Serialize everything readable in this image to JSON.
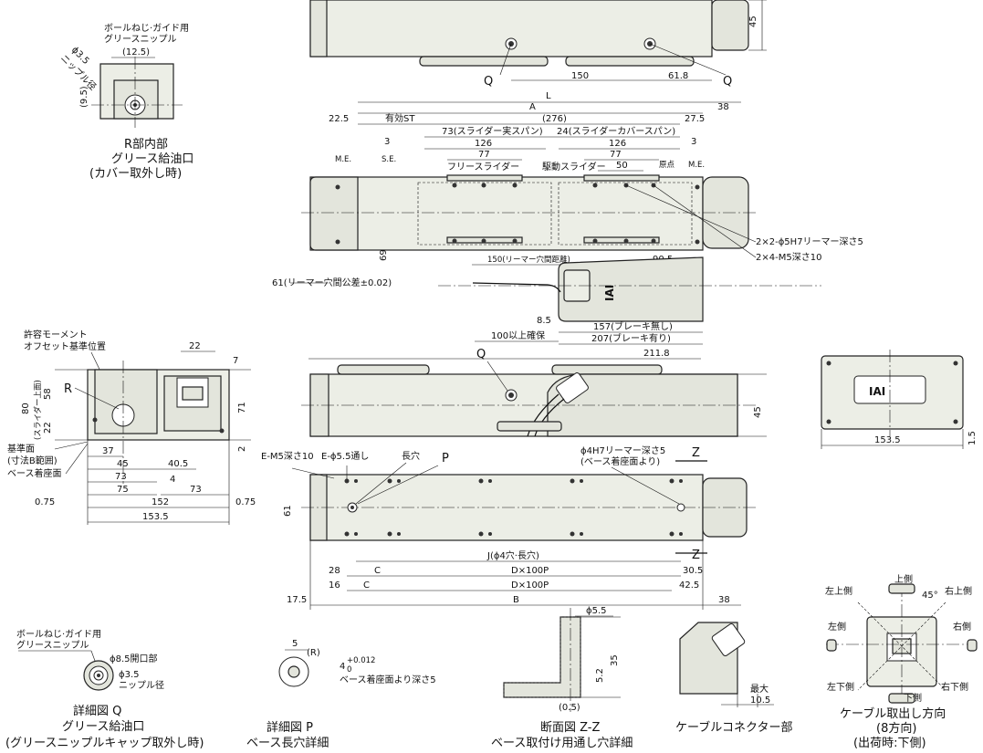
{
  "top_view_dims": {
    "h45": "45",
    "q_left": "Q",
    "q_right": "Q",
    "d150": "150",
    "d61_8": "61.8"
  },
  "plan_view_dims": {
    "A": "A",
    "L": "L",
    "d22_5": "22.5",
    "d38": "38",
    "d27_5": "27.5",
    "eff_st": "有効ST",
    "d276": "(276)",
    "slider_real": "73(スライダー実スパン)",
    "slider_cover": "24(スライダーカバースパン)",
    "d126a": "126",
    "d126b": "126",
    "d77a": "77",
    "d77b": "77",
    "d50": "50",
    "d3a": "3",
    "d3b": "3",
    "me_left": "M.E.",
    "se": "S.E.",
    "me_right": "M.E.",
    "free_slider": "フリースライダー",
    "drive_slider": "駆動スライダー",
    "origin": "原点",
    "reamer_holes": "2×2-ϕ5H7リーマー深さ5",
    "m5_holes": "2×4-M5深さ10",
    "d69": "69",
    "reamer_pitch": "150(リーマー穴間距離)",
    "d90_5": "90.5",
    "reamer_tol": "61(リーマー穴間公差±0.02)",
    "d8_5": "8.5",
    "d100": "100以上確保",
    "brake_none": "157(ブレーキ無し)",
    "brake_with": "207(ブレーキ有り)"
  },
  "section_view": {
    "moment_label": "許容モーメント\nオフセット基準位置",
    "moment_line1": "許容モーメント",
    "moment_line2": "オフセット基準位置",
    "R": "R",
    "d22": "22",
    "d7": "7",
    "d80": "80",
    "d58": "58",
    "d22b": "22",
    "slider_top": "(スライダー上面)",
    "d71": "71",
    "d2": "2",
    "base_surface": "基準面",
    "dim_b_range": "(寸法B範囲)",
    "base_mount": "ベース着座面",
    "d37": "37",
    "d45": "45",
    "d40_5": "40.5",
    "d73a": "73",
    "d4": "4",
    "d75": "75",
    "d73b": "73",
    "d0_75a": "0.75",
    "d152": "152",
    "d0_75b": "0.75",
    "d153_5": "153.5"
  },
  "detail_r": {
    "grease_label1": "ボールねじ·ガイド用",
    "grease_label2": "グリースニップル",
    "d12_5": "(12.5)",
    "d3_5": "ϕ3.5",
    "nipple_dia": "ニップル径",
    "d9_5": "(9.5)",
    "cap1": "R部内部",
    "cap2": "グリース給油口",
    "cap3": "(カバー取外し時)"
  },
  "side_view_dims": {
    "q": "Q",
    "d211_8": "211.8",
    "h45": "45"
  },
  "bottom_view_dims": {
    "em5": "E-M5深さ10",
    "e55": "E-ϕ5.5通し",
    "slot": "長穴",
    "p": "P",
    "reamer4h7": "ϕ4H7リーマー深さ5",
    "reamer_note": "(ベース着座面より)",
    "z1": "Z",
    "z2": "Z",
    "d61": "61",
    "j": "J(ϕ4穴·長穴)",
    "d28": "28",
    "c1": "C",
    "dx100a": "D×100P",
    "d30_5": "30.5",
    "d16": "16",
    "c2": "C",
    "dx100b": "D×100P",
    "d42_5": "42.5",
    "d17_5": "17.5",
    "b": "B",
    "d38": "38"
  },
  "end_view": {
    "d153_5": "153.5",
    "d1_5": "1.5",
    "logo": "IAI"
  },
  "detail_q": {
    "label1": "ボールねじ·ガイド用",
    "label2": "グリースニップル",
    "d8_5": "ϕ8.5開口部",
    "d3_5": "ϕ3.5",
    "nipple": "ニップル径",
    "cap1": "詳細図 Q",
    "cap2": "グリース給油口",
    "cap3": "(グリースニップルキャップ取外し時)"
  },
  "detail_p": {
    "d5": "5",
    "r": "(R)",
    "d4": "4",
    "tol_up": "+0.012",
    "tol_low": "0",
    "depth": "ベース着座面より深さ5",
    "cap1": "詳細図 P",
    "cap2": "ベース長穴詳細"
  },
  "section_zz": {
    "d5_5": "ϕ5.5",
    "d35": "35",
    "d5_2": "5.2",
    "d0_5": "(0.5)",
    "cap1": "断面図 Z-Z",
    "cap2": "ベース取付け用通し穴詳細"
  },
  "connector": {
    "max": "最大",
    "d10_5": "10.5",
    "cap": "ケーブルコネクター部"
  },
  "cable_dir": {
    "top": "上側",
    "top_left": "左上側",
    "top_right": "右上側",
    "left": "左側",
    "right": "右側",
    "bottom_left": "左下側",
    "bottom_right": "右下側",
    "bottom": "下側",
    "d45": "45°",
    "cap1": "ケーブル取出し方向",
    "cap2": "(8方向)",
    "cap3": "(出荷時:下側)"
  }
}
